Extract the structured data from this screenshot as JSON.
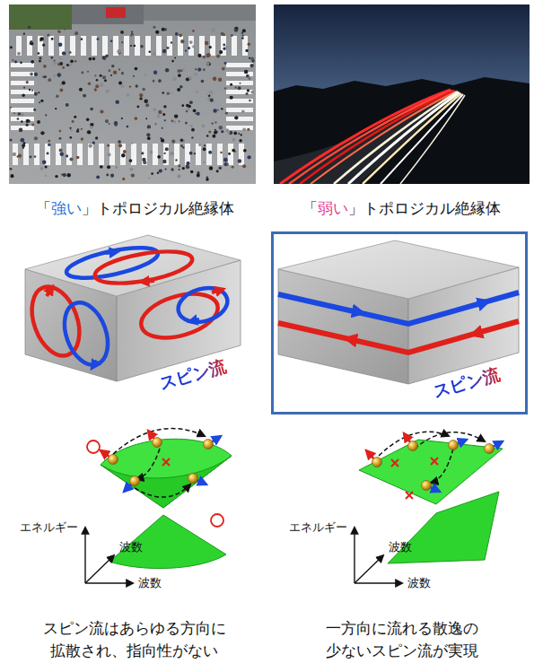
{
  "diagram": {
    "nodes": [
      {
        "text": [
          "スピン流"
        ]
      }
    ],
    "labels": [
      "「",
      "強い",
      "」トポロジカル絶縁体",
      "「",
      "弱い",
      "」トポロジカル絶縁体",
      "スピン流",
      "エネルギー",
      "波数",
      "波数",
      "エネルギー",
      "波数",
      "波数",
      "スピン流はあらゆる方向に 拡散され、指向性がない",
      "一方向に流れる散逸の 少ないスピン流が実現"
    ]
  }
}
